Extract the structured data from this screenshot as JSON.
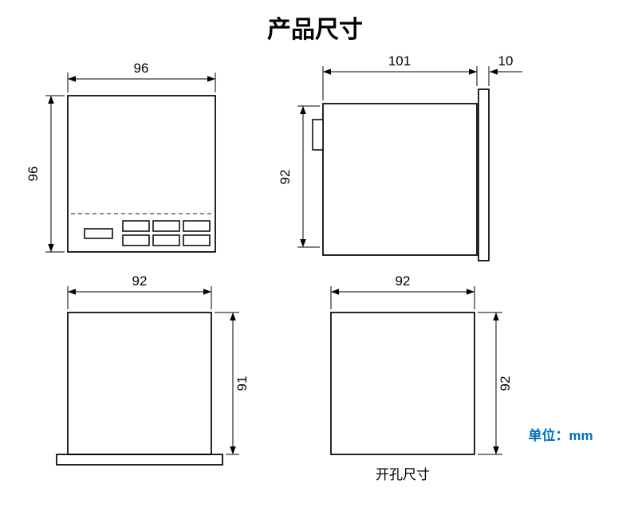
{
  "title": "产品尺寸",
  "unit_label": "单位：mm",
  "colors": {
    "line": "#000000",
    "accent": "#0070c0"
  },
  "views": {
    "front": {
      "width_dim": "96",
      "height_dim": "96"
    },
    "side": {
      "depth_dim": "101",
      "bezel_dim": "10",
      "height_dim": "92"
    },
    "front_lower": {
      "width_dim": "92",
      "height_dim": "91"
    },
    "cutout": {
      "width_dim": "92",
      "height_dim": "92",
      "label": "开孔尺寸"
    }
  }
}
